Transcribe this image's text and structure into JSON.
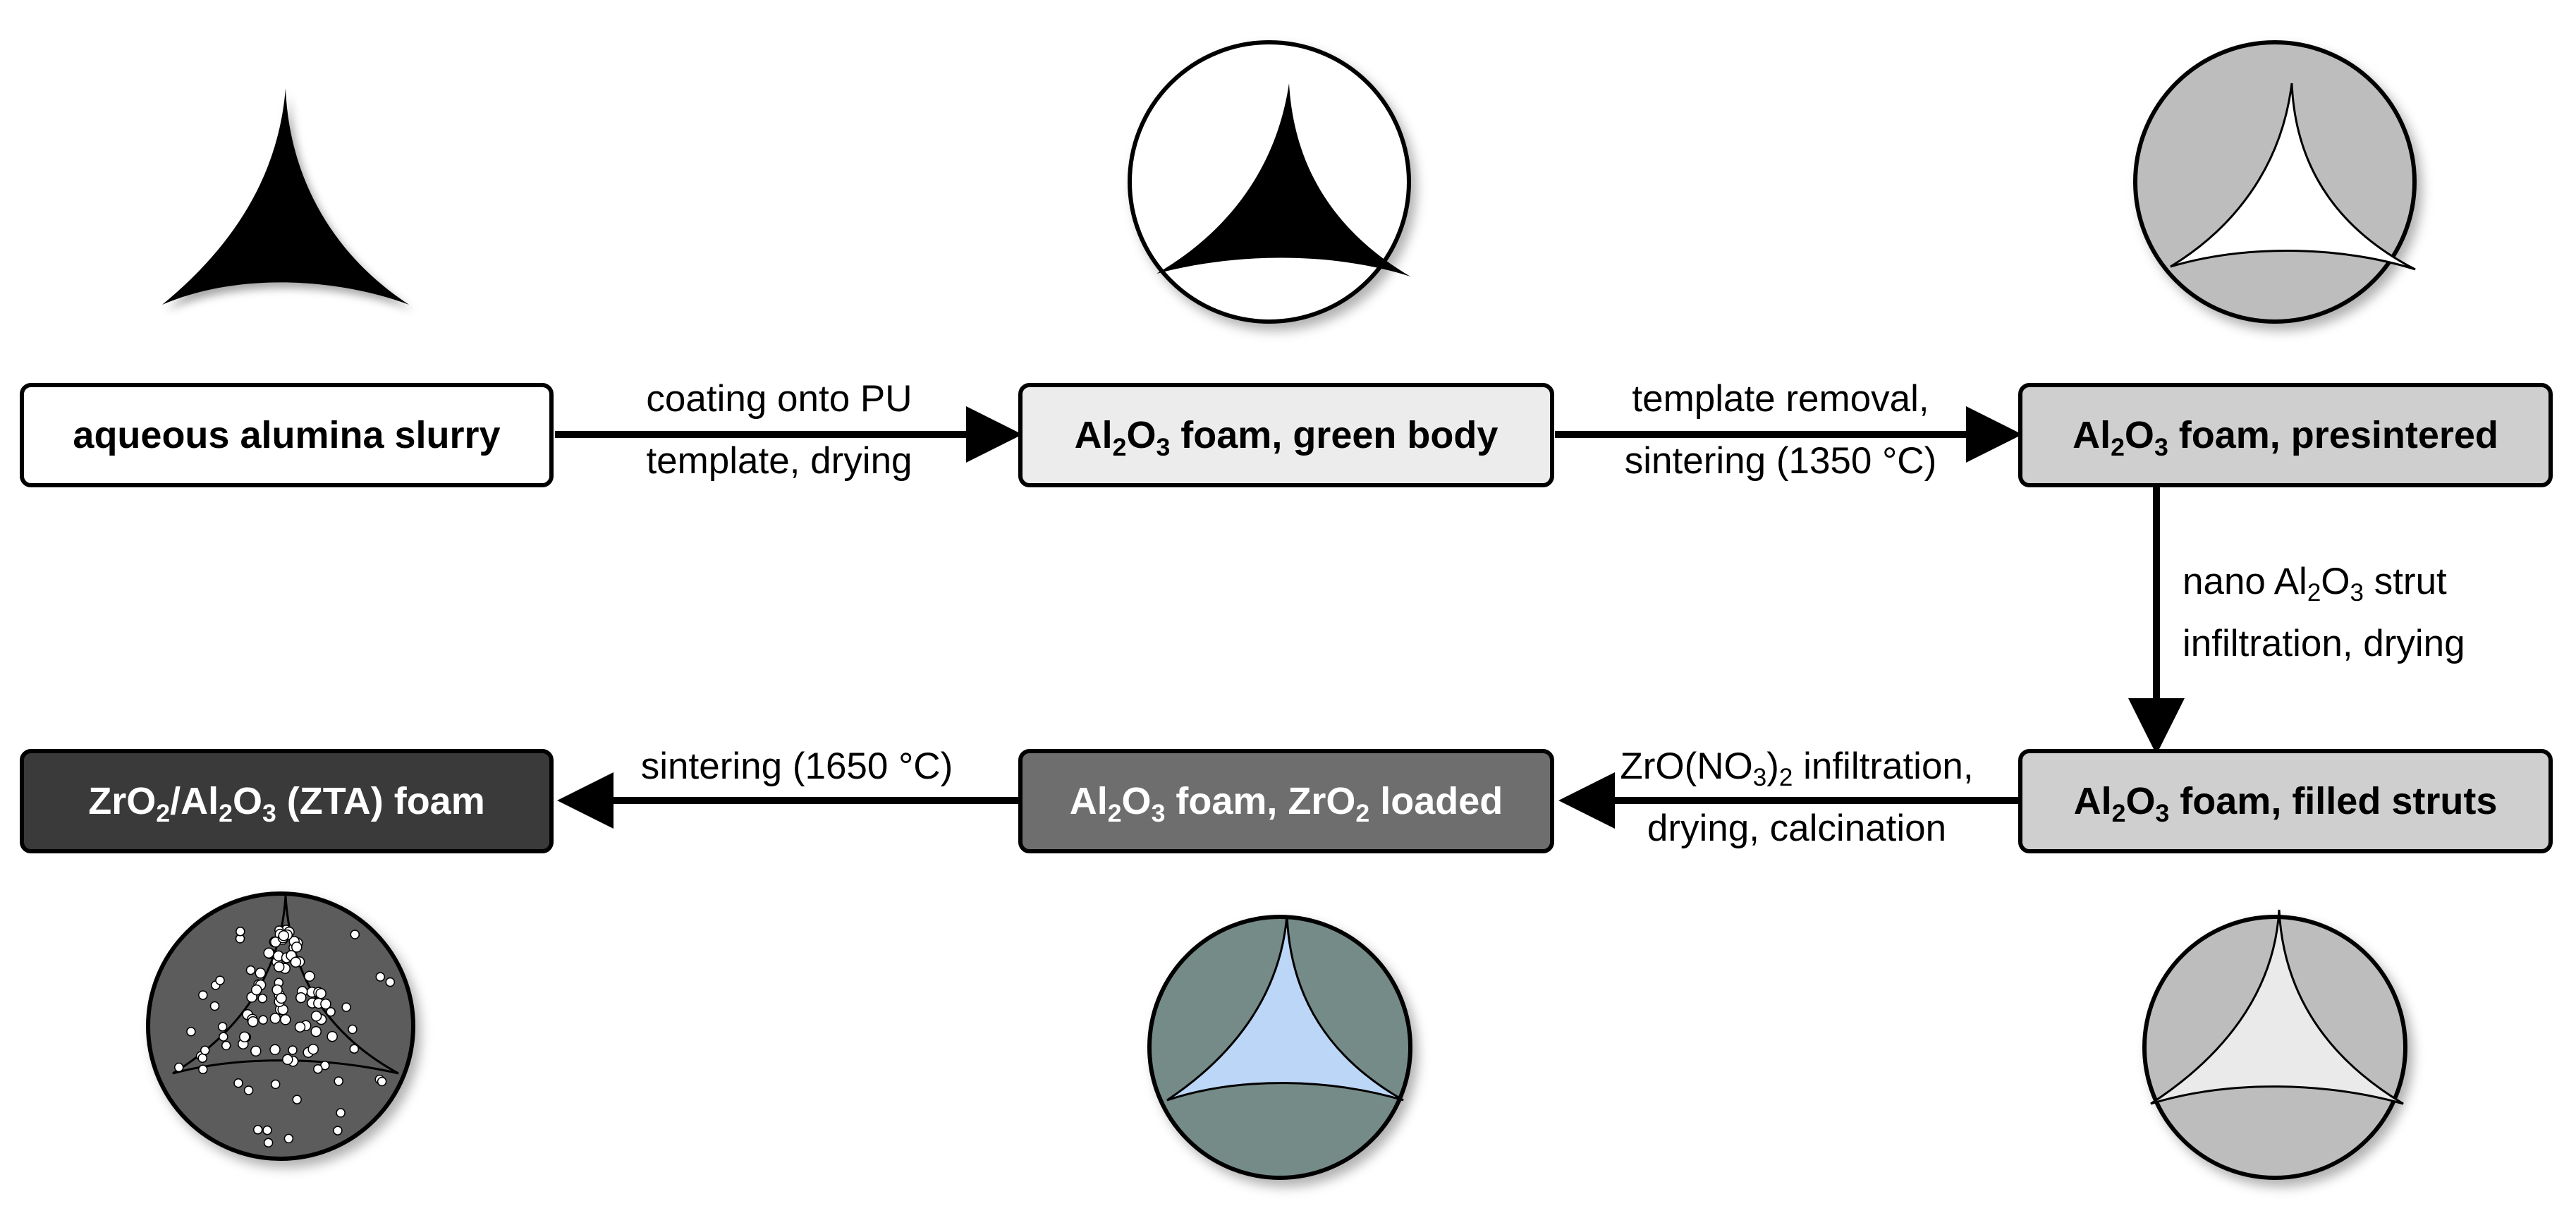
{
  "colors": {
    "box_white": "#ffffff",
    "box_light_gray": "#ececec",
    "box_mid_gray": "#cfcfcf",
    "box_dark_gray": "#6e6e6e",
    "box_black": "#3a3a3a",
    "foam_gray": "#bdbdbd",
    "foam_teal": "#748b88",
    "strut_blue": "#bcd6f7",
    "strut_light": "#eaeaea",
    "foam_dark": "#5c5c5c",
    "arrow": "#000000"
  },
  "boxes": {
    "slurry": {
      "text": "aqueous alumina slurry"
    },
    "green": {
      "pre": "Al",
      "s1": "2",
      "mid": "O",
      "s2": "3",
      "post": " foam, green body"
    },
    "presintered": {
      "pre": "Al",
      "s1": "2",
      "mid": "O",
      "s2": "3",
      "post": " foam, presintered"
    },
    "filled": {
      "pre": "Al",
      "s1": "2",
      "mid": "O",
      "s2": "3",
      "post": " foam, filled struts"
    },
    "loaded": {
      "pre": "Al",
      "s1": "2",
      "mid": "O",
      "s2": "3",
      "mid2": " foam, ZrO",
      "s3": "2",
      "post": " loaded"
    },
    "zta": {
      "pre": "ZrO",
      "s1": "2",
      "mid": "/Al",
      "s2": "2",
      "mid2": "O",
      "s3": "3",
      "post": " (ZTA) foam"
    }
  },
  "steps": {
    "coating": {
      "line1": "coating onto PU",
      "line2": "template, drying"
    },
    "removal": {
      "line1": "template removal,",
      "line2": "sintering (1350 °C)"
    },
    "nano": {
      "pre": "nano Al",
      "s1": "2",
      "mid": "O",
      "s2": "3",
      "post": " strut",
      "line2": "infiltration, drying"
    },
    "zro": {
      "pre": "ZrO(NO",
      "s1": "3",
      "mid": ")",
      "s2": "2",
      "post": " infiltration,",
      "line2": "drying, calcination"
    },
    "sinter1650": {
      "line1": "sintering (1650 °C)"
    }
  }
}
